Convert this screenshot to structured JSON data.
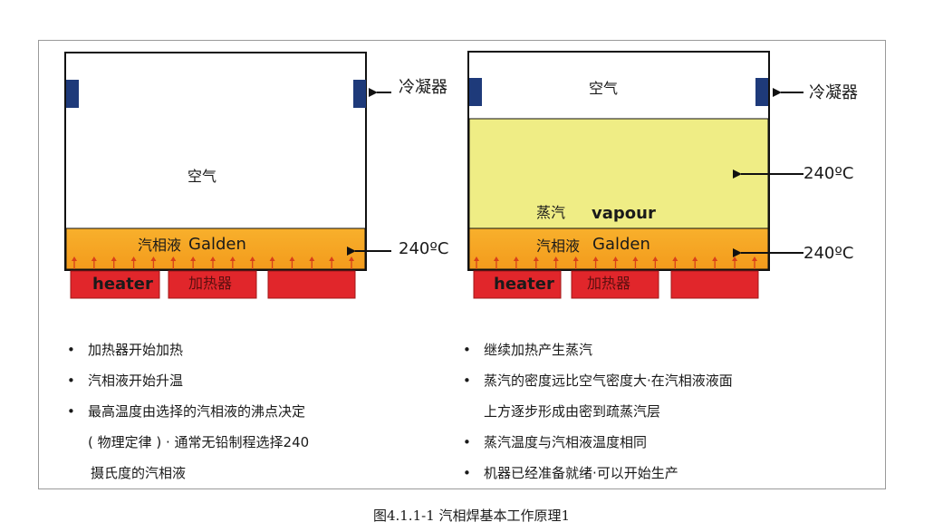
{
  "colors": {
    "liquid": "#f6a524",
    "liquid_dark": "#f29a1c",
    "vapour": "#efed85",
    "heater": "#e1262b",
    "condenser": "#1e3a7a",
    "heat_arrow": "#d8401a"
  },
  "left_panel": {
    "air_label": "空气",
    "liquid_label_cn": "汽相液",
    "liquid_label_en": "Galden",
    "condenser_label": "冷凝器",
    "temp_label": "240ºC",
    "heaters": [
      "heater",
      "加热器",
      ""
    ]
  },
  "right_panel": {
    "air_label": "空气",
    "vapour_label_cn": "蒸汽",
    "vapour_label_en": "vapour",
    "liquid_label_cn": "汽相液",
    "liquid_label_en": "Galden",
    "condenser_label": "冷凝器",
    "vapour_temp_label": "240ºC",
    "liquid_temp_label": "240ºC",
    "heaters": [
      "heater",
      "加热器",
      ""
    ]
  },
  "left_bullets": [
    {
      "bullet": "•",
      "text": "加热器开始加热"
    },
    {
      "bullet": "•",
      "text": "汽相液开始升温"
    },
    {
      "bullet": "•",
      "text": "最高温度由选择的汽相液的沸点决定"
    },
    {
      "bullet": "",
      "text": "( 物理定律 ) ‧ 通常无铅制程选择240"
    },
    {
      "bullet": "",
      "text": "摄氏度的汽相液"
    }
  ],
  "right_bullets": [
    {
      "bullet": "•",
      "text": "继续加热产生蒸汽"
    },
    {
      "bullet": "•",
      "text": "蒸汽的密度远比空气密度大‧在汽相液液面"
    },
    {
      "bullet": "",
      "text": "上方逐步形成由密到疏蒸汽层"
    },
    {
      "bullet": "•",
      "text": "蒸汽温度与汽相液温度相同"
    },
    {
      "bullet": "•",
      "text": "机器已经准备就绪‧可以开始生产"
    }
  ],
  "caption": "图4.1.1-1 汽相焊基本工作原理1"
}
